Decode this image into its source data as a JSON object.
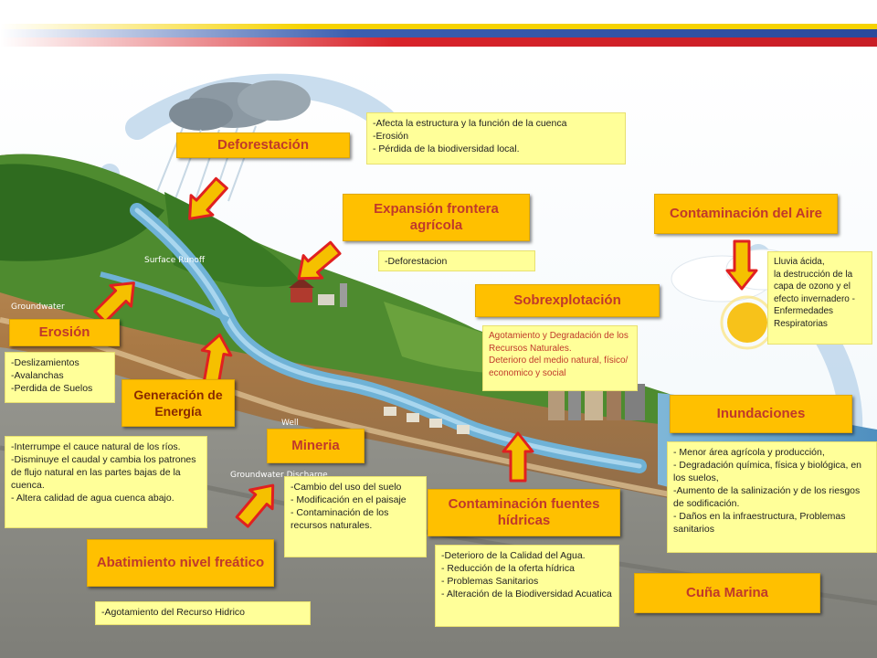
{
  "labels": {
    "deforestacion": "Deforestación",
    "expansion": "Expansión frontera agrícola",
    "contaminacion_aire": "Contaminación del Aire",
    "sobrexplotacion": "Sobrexplotación",
    "erosion": "Erosión",
    "generacion": "Generación de Energía",
    "inundaciones": "Inundaciones",
    "mineria": "Mineria",
    "contaminacion_fuentes": "Contaminación fuentes hídricas",
    "abatimiento": "Abatimiento nivel freático",
    "cuna_marina": "Cuña Marina"
  },
  "notes": {
    "deforestacion": [
      "-Afecta la estructura y la función de la cuenca",
      "-Erosión",
      "- Pérdida de la biodiversidad local."
    ],
    "expansion": [
      "-Deforestacion"
    ],
    "contaminacion_aire": [
      "Lluvia ácida,",
      "la destrucción de la capa de ozono y el efecto invernadero -",
      "Enfermedades Respiratorias"
    ],
    "sobrexplotacion": [
      "Agotamiento y Degradación de los Recursos Naturales.",
      "Deterioro del medio natural, físico/ economico y social"
    ],
    "erosion": [
      "-Deslizamientos",
      "-Avalanchas",
      "-Perdida de Suelos"
    ],
    "generacion": [
      "-Interrumpe el cauce natural de los ríos.",
      "-Disminuye el caudal y cambia los patrones de flujo natural en las partes bajas de la cuenca.",
      "- Altera calidad de agua cuenca abajo."
    ],
    "inundaciones": [
      "- Menor área agrícola y producción,",
      "- Degradación química, física y biológica, en los suelos,",
      "-Aumento de la salinización y de los riesgos de sodificación.",
      "- Daños en la infraestructura, Problemas sanitarios"
    ],
    "mineria": [
      "-Cambio del uso del suelo",
      "- Modificación en el paisaje",
      "- Contaminación de los recursos naturales."
    ],
    "contaminacion_fuentes": [
      "-Deterioro de la Calidad del Agua.",
      "- Reducción de la oferta hídrica",
      "- Problemas Sanitarios",
      "- Alteración de la Biodiversidad Acuatica"
    ],
    "abatimiento": [
      "-Agotamiento del Recurso Hidrico"
    ]
  },
  "illustration_text": {
    "surface_runoff": "Surface Runoff",
    "groundwater": "Groundwater",
    "well": "Well",
    "groundwater_discharge": "Groundwater Discharge"
  },
  "colors": {
    "label_bg": "#ffc000",
    "label_text": "#c0392b",
    "note_bg": "#ffff99",
    "arrow_fill": "#f5c000",
    "arrow_stroke": "#e02020"
  }
}
